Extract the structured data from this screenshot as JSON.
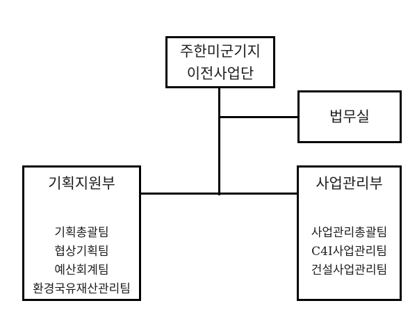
{
  "org": {
    "root": {
      "name": "주한미군기지\n이전사업단"
    },
    "legal": {
      "name": "법무실"
    },
    "departments": [
      {
        "name": "기획지원부",
        "teams": [
          "기획총괄팀",
          "협상기획팀",
          "예산회계팀",
          "환경국유재산관리팀"
        ]
      },
      {
        "name": "사업관리부",
        "teams": [
          "사업관리총괄팀",
          "C4I사업관리팀",
          "건설사업관리팀"
        ]
      }
    ]
  },
  "colors": {
    "line": "#000000",
    "text": "#1c1c1c",
    "background": "#ffffff"
  }
}
